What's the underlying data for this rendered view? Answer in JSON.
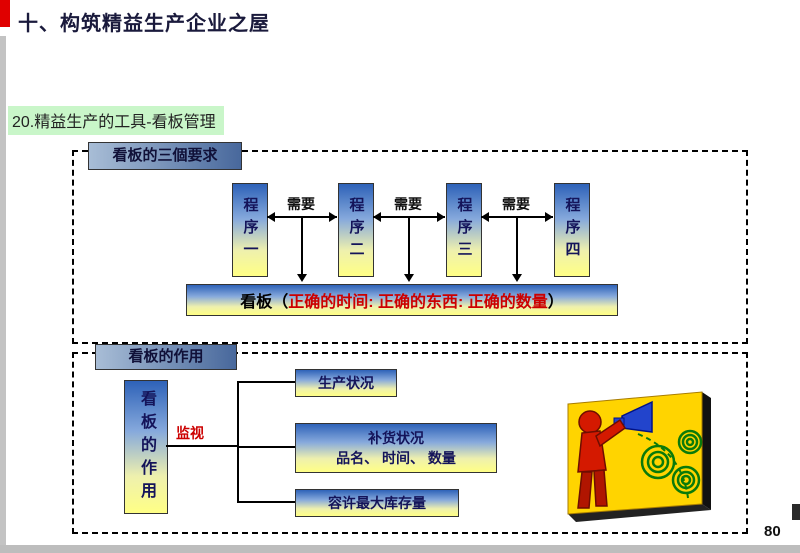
{
  "page": {
    "title": "十、构筑精益生产企业之屋",
    "subtitle": "20.精益生产的工具-看板管理",
    "page_number": "80"
  },
  "requirements": {
    "label": "看板的三個要求",
    "processes": [
      "程序一",
      "程序二",
      "程序三",
      "程序四"
    ],
    "need": "需要",
    "kanban": {
      "prefix": "看板（",
      "content": "正确的时间: 正确的东西: 正确的数量",
      "suffix": "）"
    }
  },
  "functions": {
    "label": "看板的作用",
    "vertical_box": "看板的作用",
    "monitor": "监视",
    "items": [
      {
        "lines": [
          "生产状况",
          ""
        ]
      },
      {
        "lines": [
          "补货状况",
          "品名、 时间、 数量"
        ]
      },
      {
        "lines": [
          "容许最大库存量",
          ""
        ]
      }
    ]
  },
  "colors": {
    "accent_red": "#e00000",
    "subtitle_bg": "#c9f6c9",
    "gradient_blue": "#2e62b8",
    "gradient_yellow": "#ffff85",
    "kanban_text_red": "#cc0000"
  }
}
